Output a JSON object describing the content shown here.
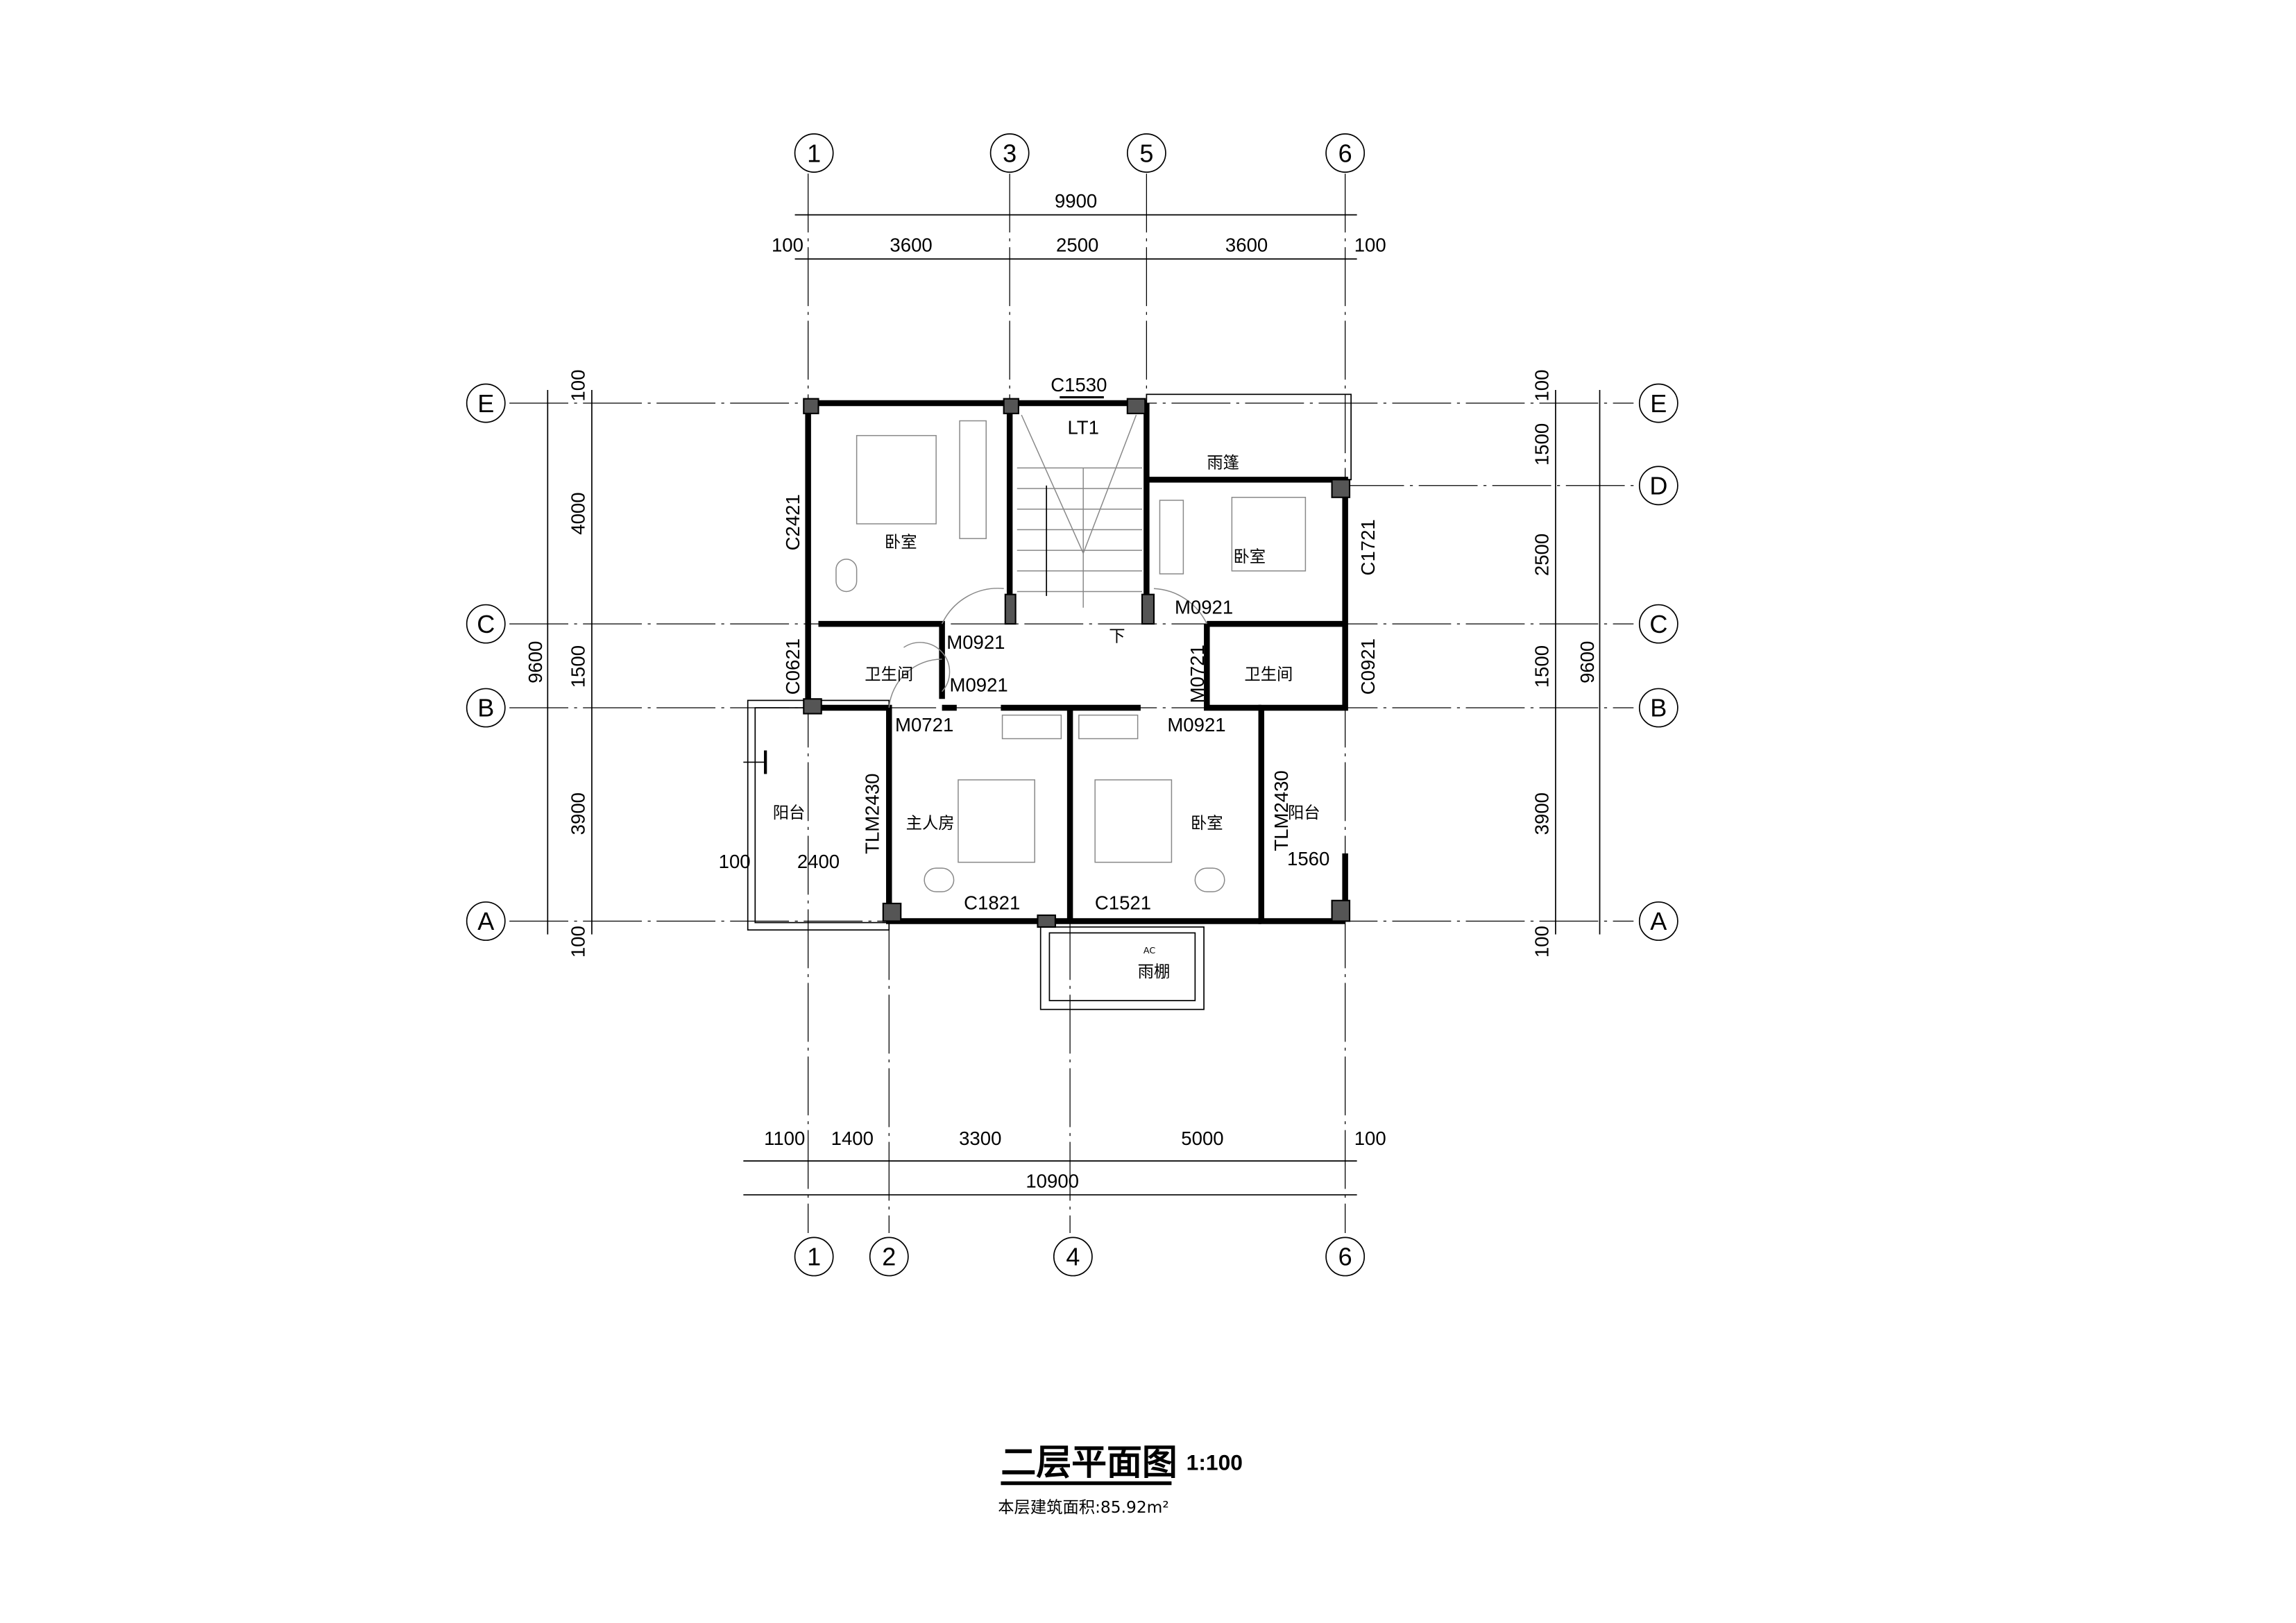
{
  "title": "二层平面图",
  "scale": "1:100",
  "area_note": "本层建筑面积:85.92m²",
  "axes": {
    "top": [
      "1",
      "3",
      "5",
      "6"
    ],
    "bottom": [
      "1",
      "2",
      "4",
      "6"
    ],
    "left": [
      "E",
      "C",
      "B",
      "A"
    ],
    "right": [
      "E",
      "D",
      "C",
      "B",
      "A"
    ]
  },
  "dims": {
    "top_total": "9900",
    "top": [
      "100",
      "3600",
      "2500",
      "3600",
      "100"
    ],
    "bottom": [
      "1100",
      "1400",
      "3300",
      "5000",
      "100"
    ],
    "bottom_total": "10900",
    "left_total": "9600",
    "left": [
      "100",
      "4000",
      "1500",
      "3900",
      "100"
    ],
    "right_total": "9600",
    "right": [
      "100",
      "1500",
      "2500",
      "1500",
      "3900",
      "100"
    ],
    "balcony_100": "100",
    "balcony_2400": "2400",
    "balcony_1560": "1560"
  },
  "rooms": {
    "bedroom_nw": "卧室",
    "bedroom_ne": "卧室",
    "bath_w": "卫生间",
    "bath_e": "卫生间",
    "master": "主人房",
    "bedroom_s": "卧室",
    "balcony_w": "阳台",
    "balcony_e": "阳台",
    "canopy_n": "雨篷",
    "canopy_s": "雨棚",
    "stair": "LT1",
    "stair_down": "下",
    "ac": "AC"
  },
  "openings": {
    "c1530": "C1530",
    "c2421": "C2421",
    "c1721": "C1721",
    "c0621": "C0621",
    "c0921": "C0921",
    "m0921_a": "M0921",
    "m0921_b": "M0921",
    "m0921_c": "M0921",
    "m0921_d": "M0921",
    "m0721_a": "M0721",
    "m0721_b": "M0721",
    "tlm2430_a": "TLM2430",
    "tlm2430_b": "TLM2430",
    "c1821": "C1821",
    "c1521": "C1521"
  }
}
